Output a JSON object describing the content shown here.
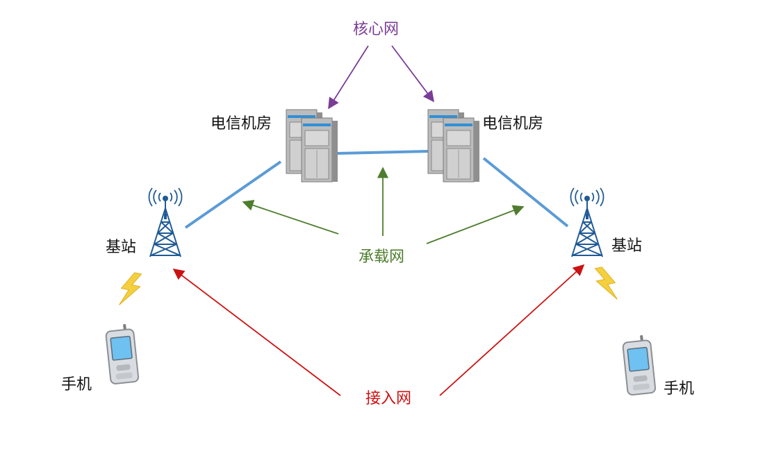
{
  "labels": {
    "core_network": "核心网",
    "bearer_network": "承载网",
    "access_network": "接入网",
    "telecom_room_left": "电信机房",
    "telecom_room_right": "电信机房",
    "base_station_left": "基站",
    "base_station_right": "基站",
    "phone_left": "手机",
    "phone_right": "手机"
  },
  "colors": {
    "core_network": "#7a3c96",
    "bearer_network": "#4e7d2e",
    "access_network": "#cc1111",
    "link": "#5b9bd5",
    "tower": "#1f5a94",
    "signal_bolt": "#f4d03f",
    "phone_screen": "#6ec1f0",
    "server_stripe": "#2f8fd8"
  },
  "icons": {
    "server": "server-rack-icon",
    "tower": "cell-tower-icon",
    "phone": "mobile-phone-icon",
    "bolt": "lightning-bolt-icon"
  }
}
